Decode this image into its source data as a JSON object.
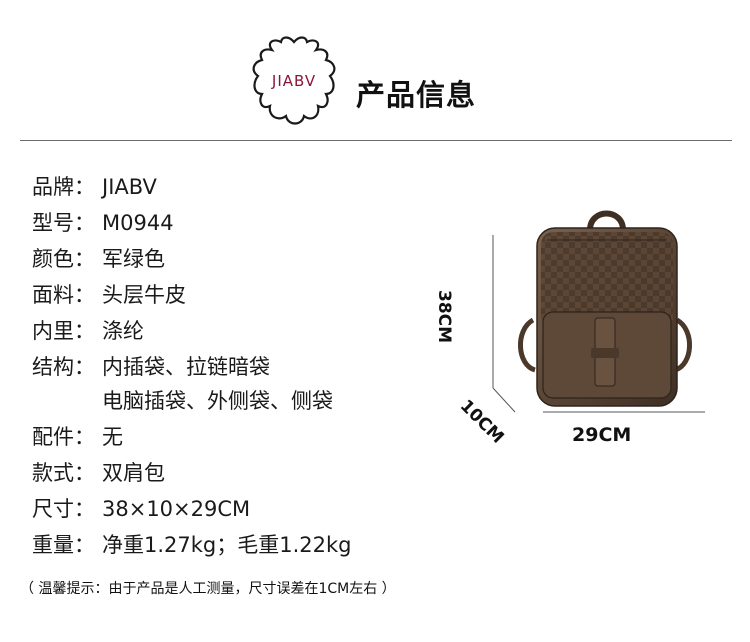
{
  "header": {
    "logo_text": "JIABV",
    "title": "产品信息"
  },
  "specs": [
    {
      "label": "品牌：",
      "value": "JIABV"
    },
    {
      "label": "型号：",
      "value": "M0944"
    },
    {
      "label": "颜色：",
      "value": "军绿色"
    },
    {
      "label": "面料：",
      "value": "头层牛皮"
    },
    {
      "label": "内里：",
      "value": "涤纶"
    },
    {
      "label": "结构：",
      "value": "内插袋、拉链暗袋"
    },
    {
      "label": "",
      "value": "电脑插袋、外侧袋、侧袋"
    },
    {
      "label": "配件：",
      "value": "无"
    },
    {
      "label": "款式：",
      "value": "双肩包"
    },
    {
      "label": "尺寸：",
      "value": "38×10×29CM"
    },
    {
      "label": "重量：",
      "value": "净重1.27kg；毛重1.22kg"
    }
  ],
  "note": "（ 温馨提示：由于产品是人工测量，尺寸误差在1CM左右 ）",
  "dimensions": {
    "height": "38CM",
    "depth": "10CM",
    "width": "29CM"
  },
  "colors": {
    "logo_text": "#8a1538",
    "leather": "#5b4636",
    "divider": "#6b6b6b"
  }
}
